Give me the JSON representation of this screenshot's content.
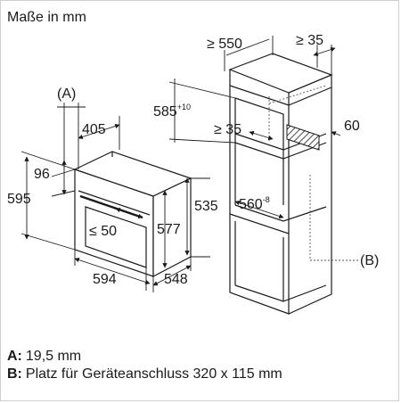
{
  "title": "Maße in mm",
  "oven_dimensions": {
    "recess": "(A)",
    "depth_top": "405",
    "top_gap": "96",
    "height": "595",
    "handle_clearance": "≤ 50",
    "inner_height": "577",
    "body_height": "535",
    "width": "594",
    "depth": "548"
  },
  "cabinet_dimensions": {
    "depth_min": "≥ 550",
    "rear_gap": "≥ 35",
    "niche_height": "585",
    "niche_height_tol": "+10",
    "vent_depth": "≥ 35",
    "vent_height": "60",
    "niche_width": "560",
    "niche_width_tol": "-8",
    "connection": "(B)"
  },
  "legend": [
    {
      "key": "A:",
      "text": "19,5 mm"
    },
    {
      "key": "B:",
      "text": "Platz für Geräteanschluss 320 x 115 mm"
    }
  ]
}
